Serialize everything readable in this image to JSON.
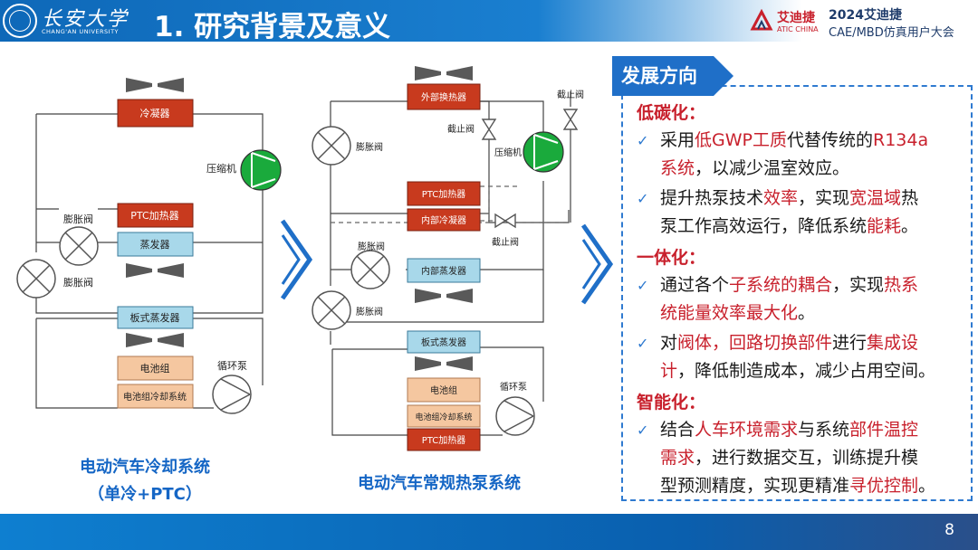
{
  "header": {
    "logo_cn": "长安大学",
    "logo_en": "CHANG'AN UNIVERSITY",
    "title": "1. 研究背景及意义",
    "atic_cn": "艾迪捷",
    "atic_en": "ATIC CHINA",
    "conf_year": "2024艾迪捷",
    "conf_name": "CAE/MBD仿真用户大会"
  },
  "footer": {
    "page_number": "8"
  },
  "diagram1": {
    "caption_line1": "电动汽车冷却系统",
    "caption_line2": "（单冷+PTC）",
    "labels": {
      "condenser": "冷凝器",
      "compressor": "压缩机",
      "ptc": "PTC加热器",
      "evaporator": "蒸发器",
      "exp_valve_top": "膨胀阀",
      "exp_valve_bottom": "膨胀阀",
      "plate_evaporator": "板式蒸发器",
      "battery": "电池组",
      "battery_cooling": "电池组冷却系统",
      "pump": "循环泵"
    }
  },
  "diagram2": {
    "caption": "电动汽车常规热泵系统",
    "labels": {
      "outer_hx": "外部换热器",
      "shutoff_right": "截止阀",
      "shutoff_left": "截止阀",
      "compressor": "压缩机",
      "exp_valve_1": "膨胀阀",
      "ptc_upper": "PTC加热器",
      "inner_condenser": "内部冷凝器",
      "shutoff_mid": "截止阀",
      "exp_valve_2": "膨胀阀",
      "inner_evaporator": "内部蒸发器",
      "exp_valve_3": "膨胀阀",
      "plate_evaporator": "板式蒸发器",
      "battery": "电池组",
      "battery_cooling": "电池组冷却系统",
      "pump": "循环泵",
      "ptc_lower": "PTC加热器"
    }
  },
  "panel": {
    "title": "发展方向",
    "sections": [
      {
        "heading": "低碳化：",
        "items": [
          {
            "lines": [
              [
                {
                  "t": "采用"
                },
                {
                  "t": "低GWP工质",
                  "h": true
                },
                {
                  "t": "代替传统的"
                },
                {
                  "t": "R134a",
                  "h": true
                }
              ],
              [
                {
                  "t": "系统",
                  "h": true
                },
                {
                  "t": "，以减少温室效应。"
                }
              ]
            ]
          },
          {
            "lines": [
              [
                {
                  "t": "提升热泵技术"
                },
                {
                  "t": "效率",
                  "h": true
                },
                {
                  "t": "，实现"
                },
                {
                  "t": "宽温域",
                  "h": true
                },
                {
                  "t": "热"
                }
              ],
              [
                {
                  "t": "泵工作高效运行，降低系统"
                },
                {
                  "t": "能耗",
                  "h": true
                },
                {
                  "t": "。"
                }
              ]
            ]
          }
        ]
      },
      {
        "heading": "一体化：",
        "items": [
          {
            "lines": [
              [
                {
                  "t": "通过各个"
                },
                {
                  "t": "子系统的耦合",
                  "h": true
                },
                {
                  "t": "，实现"
                },
                {
                  "t": "热系",
                  "h": true
                }
              ],
              [
                {
                  "t": "统能量效率最大化",
                  "h": true
                },
                {
                  "t": "。"
                }
              ]
            ]
          },
          {
            "lines": [
              [
                {
                  "t": "对"
                },
                {
                  "t": "阀体，回路切换部件",
                  "h": true
                },
                {
                  "t": "进行"
                },
                {
                  "t": "集成设",
                  "h": true
                }
              ],
              [
                {
                  "t": "计",
                  "h": true
                },
                {
                  "t": "，降低制造成本，减少占用空间。"
                }
              ]
            ]
          }
        ]
      },
      {
        "heading": "智能化：",
        "items": [
          {
            "lines": [
              [
                {
                  "t": "结合"
                },
                {
                  "t": "人车环境需求",
                  "h": true
                },
                {
                  "t": "与系统"
                },
                {
                  "t": "部件温控",
                  "h": true
                }
              ],
              [
                {
                  "t": "需求",
                  "h": true
                },
                {
                  "t": "，进行数据交互，训练提升模"
                }
              ],
              [
                {
                  "t": "型预测精度，实现更精准"
                },
                {
                  "t": "寻优控制",
                  "h": true
                },
                {
                  "t": "。"
                }
              ]
            ]
          }
        ]
      }
    ]
  },
  "colors": {
    "accent_blue": "#1566c5",
    "highlight_red": "#c8202c",
    "component_red": "#c83a1e",
    "component_blue": "#a8d8ea",
    "component_peach": "#f5c7a0",
    "compressor_green": "#1aaa3c"
  }
}
